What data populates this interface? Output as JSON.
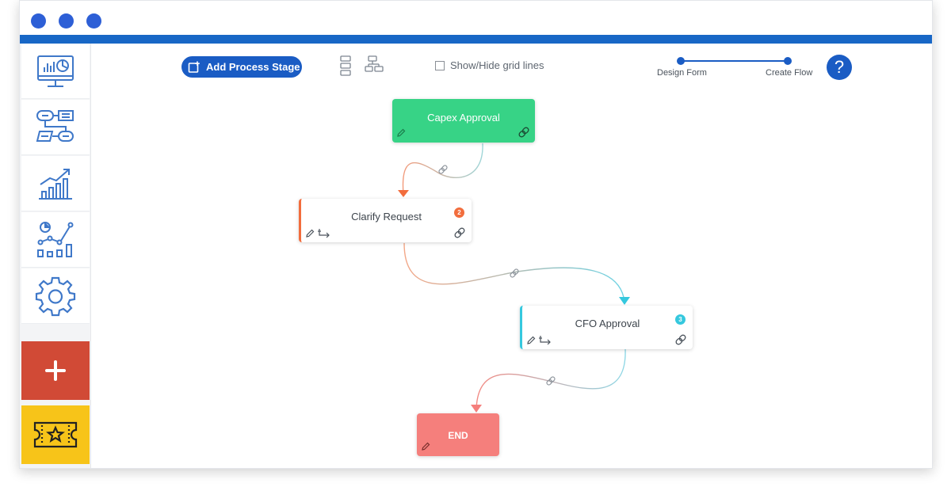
{
  "window": {
    "dots": [
      "close",
      "minimize",
      "maximize"
    ],
    "accent_color": "#1867c6"
  },
  "sidebar": {
    "items": [
      {
        "icon": "dashboard-monitor-icon"
      },
      {
        "icon": "process-flow-icon"
      },
      {
        "icon": "growth-chart-icon"
      },
      {
        "icon": "analytics-icon"
      },
      {
        "icon": "gear-icon"
      }
    ],
    "add_button": {
      "icon": "plus-icon",
      "color": "#d14a36"
    },
    "ticket_button": {
      "icon": "ticket-star-icon",
      "color": "#f7c419"
    }
  },
  "toolbar": {
    "add_stage_label": "Add Process Stage",
    "vertical_layout_icon": "vertical-layout-icon",
    "tree_layout_icon": "tree-layout-icon",
    "grid_toggle_label": "Show/Hide grid lines",
    "grid_checked": false
  },
  "stepper": {
    "steps": [
      "Design Form",
      "Create Flow"
    ]
  },
  "help": {
    "label": "?"
  },
  "flow": {
    "nodes": {
      "start": {
        "title": "Capex Approval",
        "color": "#37d386"
      },
      "clarify": {
        "title": "Clarify Request",
        "badge": "2",
        "accent": "#f26d3d"
      },
      "cfo": {
        "title": "CFO Approval",
        "badge": "3",
        "accent": "#35c8de"
      },
      "end": {
        "title": "END",
        "color": "#f57f7c"
      }
    }
  }
}
